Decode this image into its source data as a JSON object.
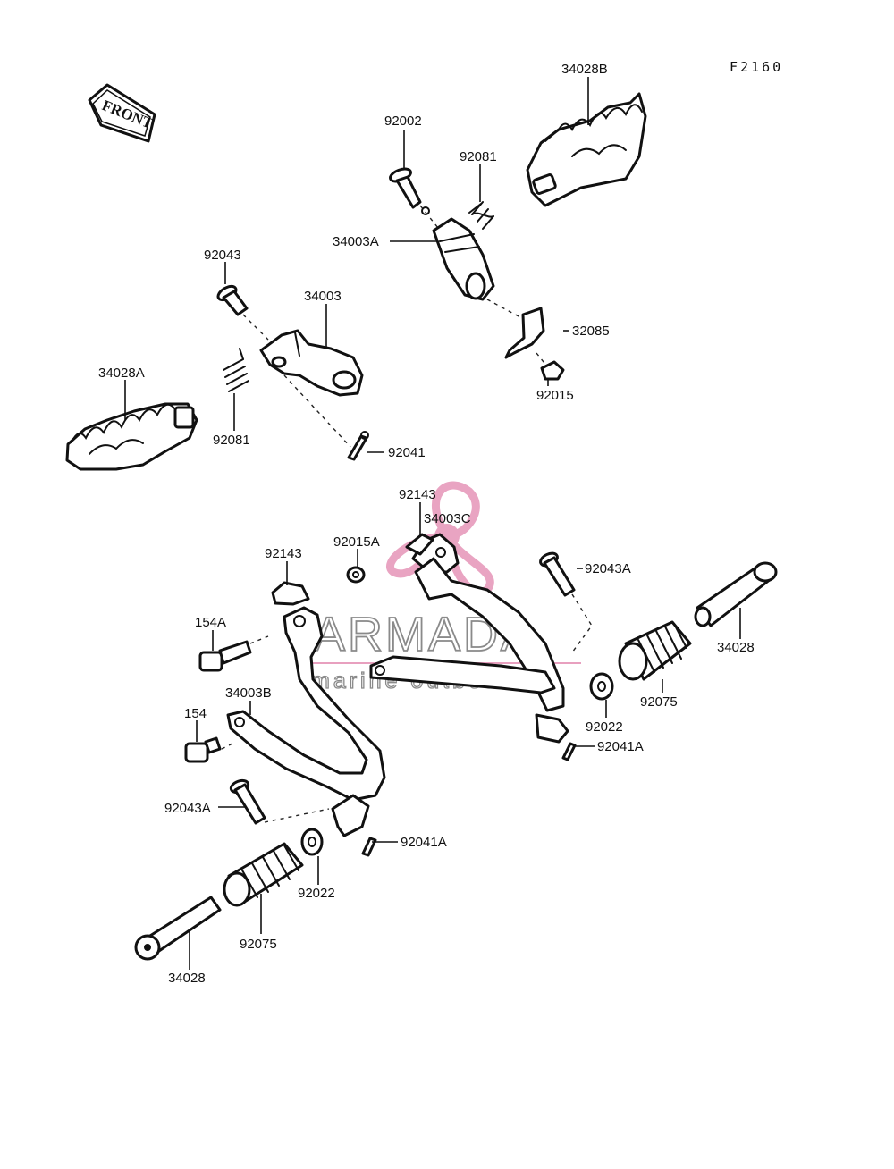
{
  "figure_code": "F2160",
  "front_marker": "FRONT",
  "watermark": {
    "brand": "ARMADA",
    "tagline": "marine outboards",
    "accent_color": "#e8a0bf",
    "line_color": "#8a8a8a"
  },
  "labels": {
    "l34028B": "34028B",
    "l92002": "92002",
    "l92081a": "92081",
    "l34003A": "34003A",
    "l32085": "32085",
    "l92015": "92015",
    "l92043": "92043",
    "l34003": "34003",
    "l34028A": "34028A",
    "l92081b": "92081",
    "l92041": "92041",
    "l92143a": "92143",
    "l34003C": "34003C",
    "l92015A": "92015A",
    "l92143b": "92143",
    "l92043Aa": "92043A",
    "l154A": "154A",
    "l34028a": "34028",
    "l34003B": "34003B",
    "l92075a": "92075",
    "l92022a": "92022",
    "l154": "154",
    "l92041Aa": "92041A",
    "l92043Ab": "92043A",
    "l92041Ab": "92041A",
    "l92022b": "92022",
    "l92075b": "92075",
    "l34028b": "34028"
  }
}
